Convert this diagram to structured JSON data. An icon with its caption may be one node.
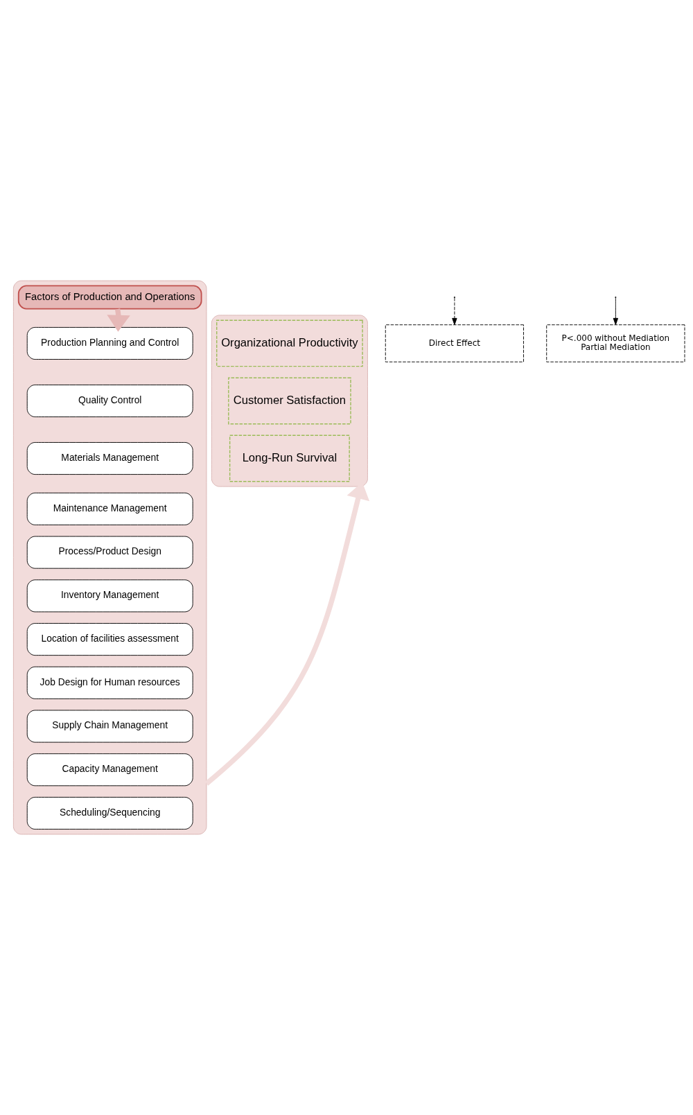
{
  "diagram": {
    "nodes": [
      {
        "text": [],
        "shape": "box"
      },
      {
        "text": [
          "Factors of Production and Operations"
        ],
        "in": 0
      },
      {
        "text": [
          "Production Planning and Control"
        ],
        "in": 0
      },
      {
        "text": [
          "Quality Control"
        ],
        "in": 0
      },
      {
        "text": [
          "Materials Management"
        ],
        "in": 0
      },
      {
        "text": [
          "Maintenance Management"
        ],
        "in": 0
      },
      {
        "text": [
          "Process/Product Design"
        ],
        "in": 0
      },
      {
        "text": [
          "Inventory Management"
        ],
        "in": 0
      },
      {
        "text": [
          "Location of facilities assessment"
        ],
        "in": 0
      },
      {
        "text": [
          "Job Design for Human resources"
        ],
        "in": 0
      },
      {
        "text": [
          "Supply Chain Management"
        ],
        "in": 0
      },
      {
        "text": [
          "Capacity Management"
        ],
        "in": 0
      },
      {
        "text": [
          "Scheduling/Sequencing"
        ],
        "in": 0
      },
      {
        "text": [],
        "shape": "box"
      },
      {
        "text": [
          "Organizational Productivity"
        ],
        "in": 13
      },
      {
        "text": [
          "Customer Satisfaction"
        ],
        "in": 13
      },
      {
        "text": [
          "Long-Run Survival"
        ],
        "in": 13
      },
      {
        "text": [
          "Direct Effect"
        ]
      },
      {
        "text": [
          "P<.000 without Mediation",
          "Partial Mediation"
        ]
      }
    ],
    "edges": [
      {
        "from": 1,
        "to": 2,
        "arrow": "to",
        "style": "thick",
        "color": "#e6b8b7"
      },
      {
        "from": 0,
        "to": 13,
        "arrow": "to",
        "style": "thick",
        "color": "#f2dcdb"
      },
      {
        "from": null,
        "to": 17,
        "arrow": "to",
        "style": "dashed"
      },
      {
        "from": null,
        "to": 18,
        "arrow": "to"
      }
    ]
  }
}
